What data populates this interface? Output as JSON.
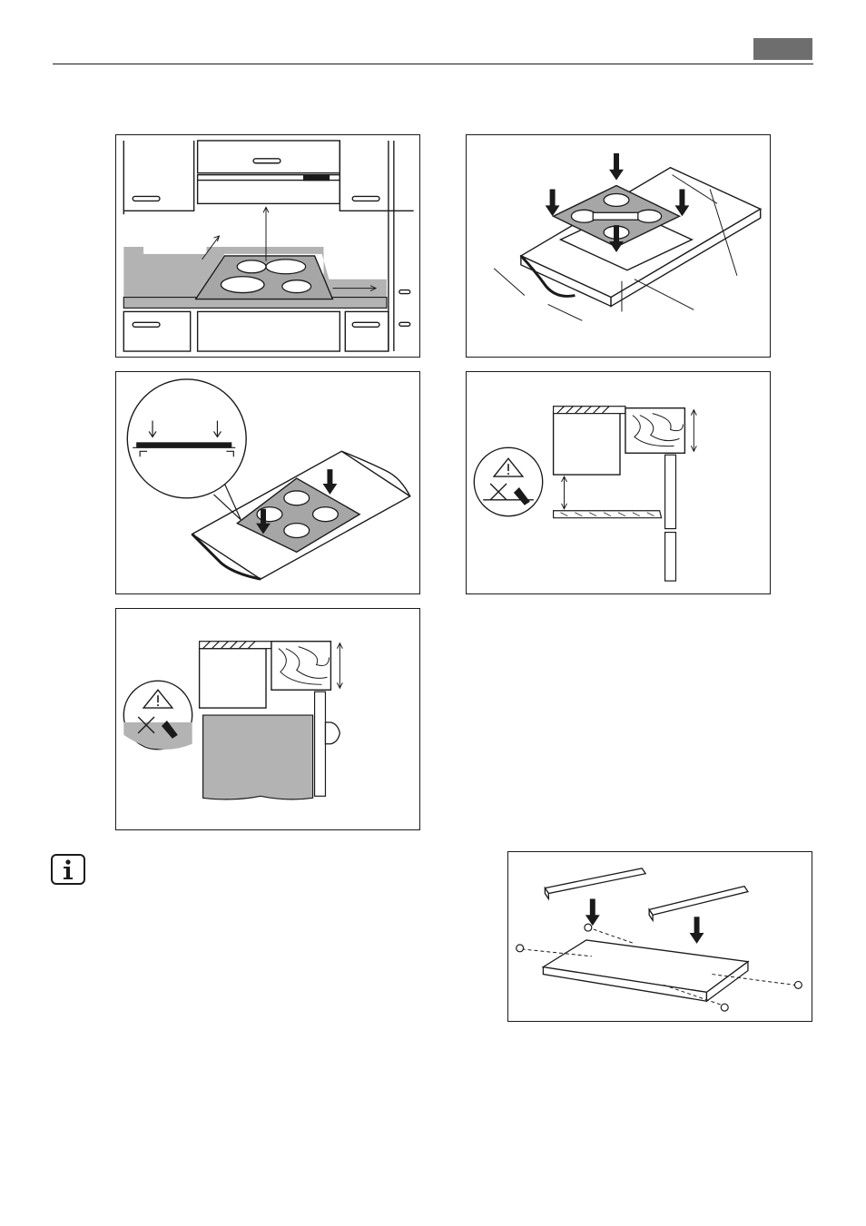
{
  "header": {
    "tab_color": "#6e6e6e"
  },
  "figures": [
    {
      "id": "kitchen-overview"
    },
    {
      "id": "worktop-cutout"
    },
    {
      "id": "hob-insertion-seal"
    },
    {
      "id": "built-in-drawer-clearance"
    },
    {
      "id": "built-in-oven-clearance"
    },
    {
      "id": "mounting-brackets"
    }
  ],
  "info_note": {
    "icon": "info-icon"
  },
  "colors": {
    "line": "#1a1a1a",
    "fill_grey": "#b3b3b3",
    "hob_grey": "#a6a6a6"
  }
}
